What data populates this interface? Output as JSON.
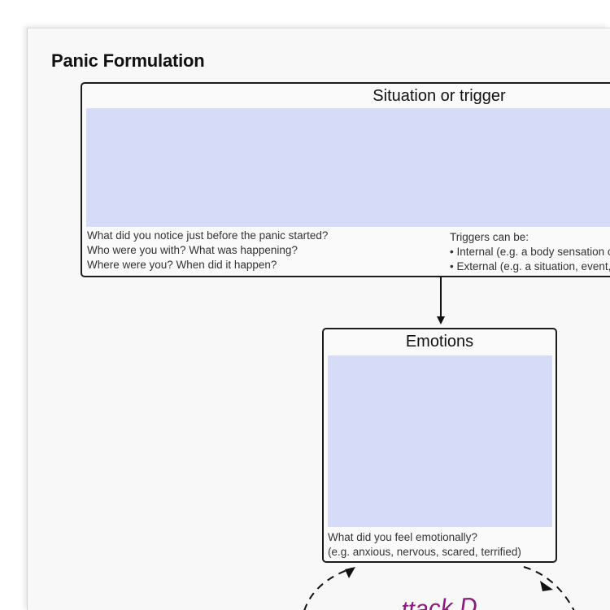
{
  "document": {
    "title": "Panic Formulation"
  },
  "situation": {
    "title": "Situation or trigger",
    "prompt_left": [
      "What did you notice just before the panic started?",
      "Who were you with? What was happening?",
      "Where were you? When did it happen?"
    ],
    "prompt_right": [
      "Triggers can be:",
      "• Internal (e.g. a body sensation o",
      "• External (e.g. a situation, event,"
    ]
  },
  "emotions": {
    "title": "Emotions",
    "prompt": [
      "What did you feel emotionally?",
      "(e.g. anxious, nervous, scared, terrified)"
    ]
  },
  "cycle": {
    "label": "ttack D"
  },
  "colors": {
    "box_fill": "#d6dcf8",
    "border": "#1c1c1c",
    "cycle_label": "#8a1c7c"
  }
}
